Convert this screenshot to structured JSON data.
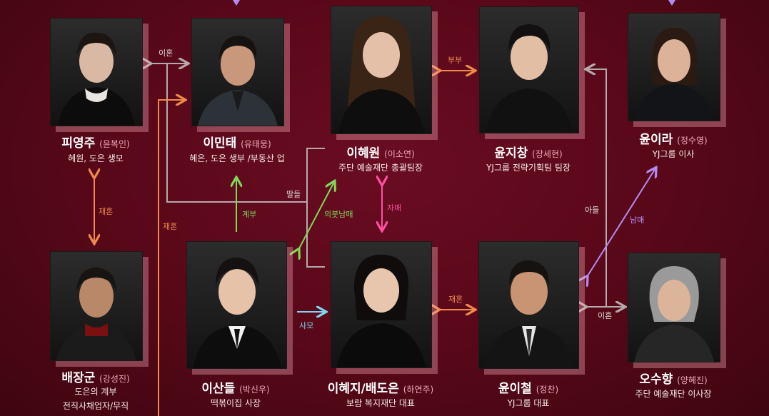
{
  "characters": {
    "pi": {
      "name": "피영주",
      "actor": "(윤복인)",
      "desc": [
        "혜원, 도은 생모"
      ]
    },
    "lee_mintae": {
      "name": "이민태",
      "actor": "(유태웅)",
      "desc": [
        "혜은, 도은 생부 /부동산 업"
      ]
    },
    "lee_hyewon": {
      "name": "이혜원",
      "actor": "(이소연)",
      "desc": [
        "주단 예술재단 총괄팀장"
      ]
    },
    "yoon_jichang": {
      "name": "윤지창",
      "actor": "(장세현)",
      "desc": [
        "YJ그룹 전략기획팀 팀장"
      ]
    },
    "yoon_ira": {
      "name": "윤이라",
      "actor": "(정수영)",
      "desc": [
        "YJ그룹 이사"
      ]
    },
    "bae": {
      "name": "배장군",
      "actor": "(강성진)",
      "desc": [
        "도은의 계부",
        "전직사채업자/무직"
      ]
    },
    "lee_sandeul": {
      "name": "이산들",
      "actor": "(박신우)",
      "desc": [
        "떡볶이집 사장"
      ]
    },
    "lee_hyeji": {
      "name": "이혜지/배도은",
      "actor": "(하연주)",
      "desc": [
        "보람 복지재단 대표"
      ]
    },
    "yoon_icheol": {
      "name": "윤이철",
      "actor": "(정찬)",
      "desc": [
        "YJ그룹 대표"
      ]
    },
    "oh": {
      "name": "오수향",
      "actor": "(양혜진)",
      "desc": [
        "주단 예술재단 이사장"
      ]
    }
  },
  "relations": {
    "divorce1": "이혼",
    "couple": "부부",
    "remarry1": "재혼",
    "remarry2": "재혼",
    "daughter": "딸들",
    "stepfather": "계부",
    "adopted_siblings": "의붓남매",
    "sisters": "자매",
    "son": "아들",
    "siblings": "남매",
    "love": "사모",
    "remarry3": "재혼",
    "divorce2": "이혼"
  },
  "colors": {
    "orange": "#f08a4b",
    "gray": "#b5a9ad",
    "green": "#7ed957",
    "pink": "#ff4fa3",
    "purple": "#b38cf0",
    "cyan": "#7fd6f0",
    "actor": "#f0a8bd"
  }
}
